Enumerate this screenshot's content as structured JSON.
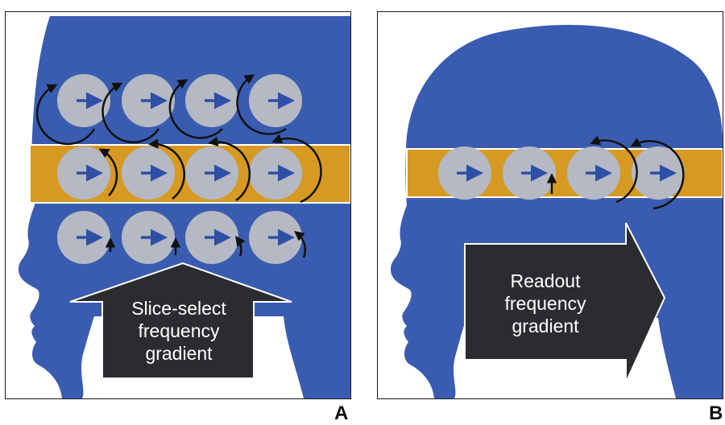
{
  "panels": [
    {
      "id": "A",
      "letter": "A",
      "arrow_label_lines": [
        "Slice-select",
        "frequency",
        "gradient"
      ]
    },
    {
      "id": "B",
      "letter": "B",
      "arrow_label_lines": [
        "Readout",
        "frequency",
        "gradient"
      ]
    }
  ],
  "colors": {
    "head": "#3a5cb0",
    "slice_band": "#d69a22",
    "spin_disc": "#b5b9c3",
    "spin_arrow": "#2e4fa8",
    "phase_arrow": "#111111",
    "gradient_arrow": "#2b2c30"
  }
}
